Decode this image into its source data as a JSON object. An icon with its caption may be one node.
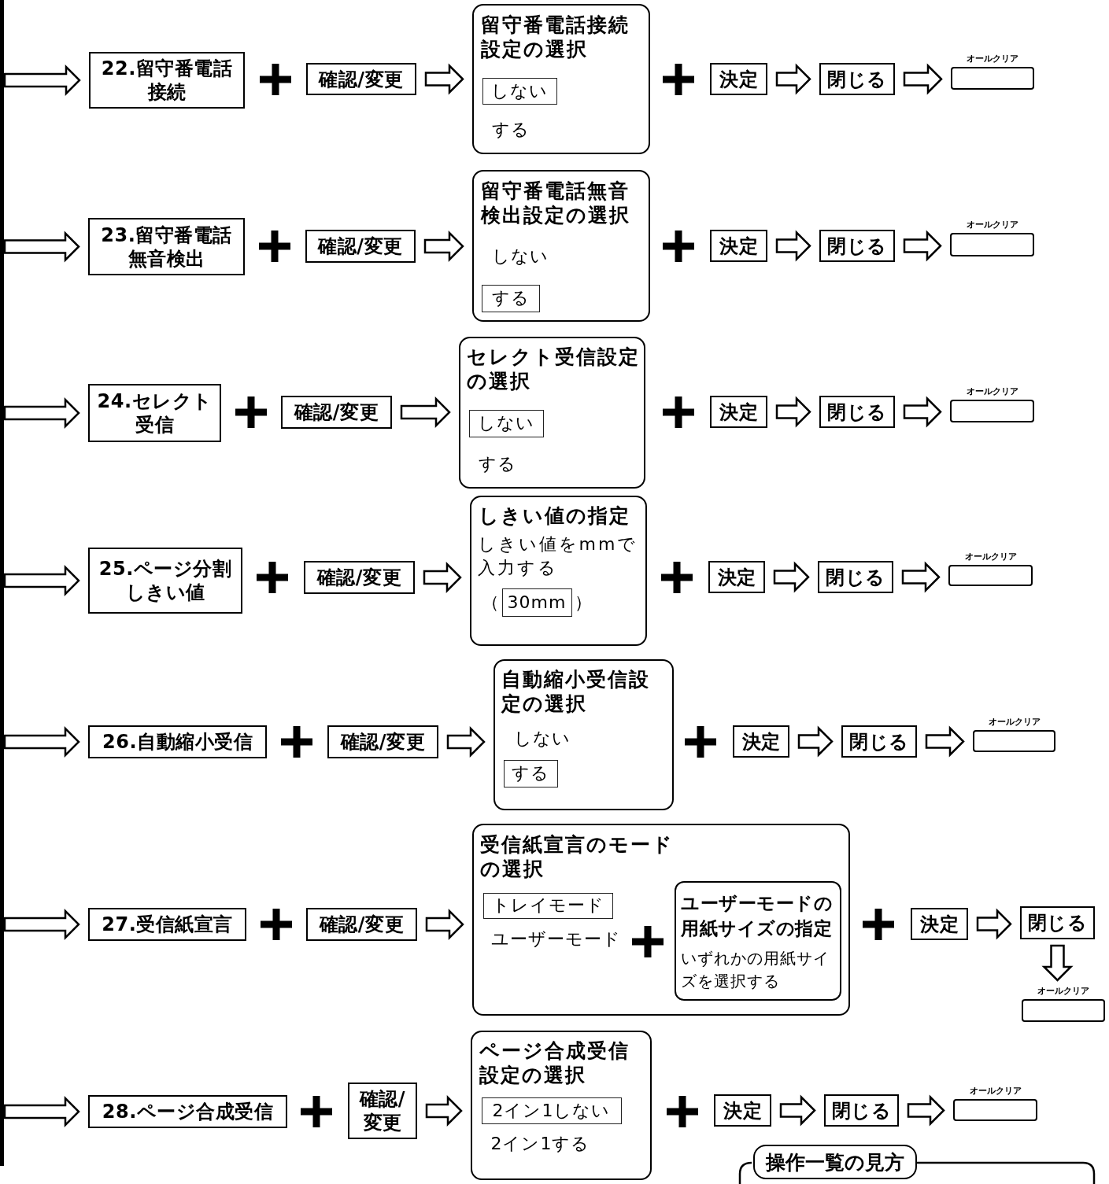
{
  "diagram": {
    "nodes": [
      {
        "text": [
          "22.留守番電話接続"
        ]
      },
      {
        "text": [
          "確認/変更"
        ]
      },
      {
        "text": [
          "留守番電話接続設定の選択",
          "する"
        ]
      },
      {
        "text": [
          "しない"
        ],
        "in": 2
      },
      {
        "text": [
          "決定"
        ]
      },
      {
        "text": [
          "閉じる"
        ]
      },
      {
        "text": [],
        "shape": "box",
        "beside": [
          "オールクリア"
        ]
      },
      {
        "text": [
          "23.留守番電話無音検出"
        ]
      },
      {
        "text": [
          "確認/変更"
        ]
      },
      {
        "text": [
          "留守番電話無音検出設定の選択",
          "しない"
        ]
      },
      {
        "text": [
          "する"
        ],
        "in": 9
      },
      {
        "text": [
          "決定"
        ]
      },
      {
        "text": [
          "閉じる"
        ]
      },
      {
        "text": [],
        "shape": "box",
        "beside": [
          "オールクリア"
        ]
      },
      {
        "text": [
          "24.セレクト受信"
        ]
      },
      {
        "text": [
          "確認/変更"
        ]
      },
      {
        "text": [
          "セレクト受信設定の選択",
          "する"
        ]
      },
      {
        "text": [
          "しない"
        ],
        "in": 16
      },
      {
        "text": [
          "決定"
        ]
      },
      {
        "text": [
          "閉じる"
        ]
      },
      {
        "text": [],
        "shape": "box",
        "beside": [
          "オールクリア"
        ]
      },
      {
        "text": [
          "25.ページ分割しきい値"
        ]
      },
      {
        "text": [
          "確認/変更"
        ]
      },
      {
        "text": [
          "しきい値の指定",
          "しきい値をmmで入力する",
          "（",
          "）"
        ]
      },
      {
        "text": [
          "30mm"
        ],
        "in": 23
      },
      {
        "text": [
          "決定"
        ]
      },
      {
        "text": [
          "閉じる"
        ]
      },
      {
        "text": [],
        "shape": "box",
        "beside": [
          "オールクリア"
        ]
      },
      {
        "text": [
          "26.自動縮小受信"
        ]
      },
      {
        "text": [
          "確認/変更"
        ]
      },
      {
        "text": [
          "自動縮小受信設定の選択",
          "しない"
        ]
      },
      {
        "text": [
          "する"
        ],
        "in": 30
      },
      {
        "text": [
          "決定"
        ]
      },
      {
        "text": [
          "閉じる"
        ]
      },
      {
        "text": [],
        "shape": "box",
        "beside": [
          "オールクリア"
        ]
      },
      {
        "text": [
          "27.受信紙宣言"
        ]
      },
      {
        "text": [
          "確認/変更"
        ]
      },
      {
        "text": [
          "受信紙宣言のモードの選択",
          "ユーザーモード"
        ]
      },
      {
        "text": [
          "トレイモード"
        ],
        "in": 37
      },
      {
        "text": [
          "ユーザーモードの用紙サイズの指定",
          "いずれかの用紙サイズを選択する"
        ],
        "in": 37
      },
      {
        "text": [
          "決定"
        ]
      },
      {
        "text": [
          "閉じる"
        ]
      },
      {
        "text": [],
        "shape": "box",
        "beside": [
          "オールクリア"
        ]
      },
      {
        "text": [
          "28.ページ合成受信"
        ]
      },
      {
        "text": [
          "確認/変更"
        ]
      },
      {
        "text": [
          "ページ合成受信設定の選択",
          "2イン1する"
        ]
      },
      {
        "text": [
          "2イン1しない"
        ],
        "in": 45
      },
      {
        "text": [
          "決定"
        ]
      },
      {
        "text": [
          "閉じる"
        ]
      },
      {
        "text": [],
        "shape": "box",
        "beside": [
          "オールクリア"
        ]
      },
      {
        "text": [
          "操作一覧の見方"
        ]
      }
    ],
    "edges": [
      {
        "from": null,
        "to": 0,
        "arrow": "to"
      },
      {
        "from": 1,
        "to": 2,
        "arrow": "to"
      },
      {
        "from": 4,
        "to": 5,
        "arrow": "to"
      },
      {
        "from": 5,
        "to": 6,
        "arrow": "to"
      },
      {
        "from": null,
        "to": 7,
        "arrow": "to"
      },
      {
        "from": 8,
        "to": 9,
        "arrow": "to"
      },
      {
        "from": 11,
        "to": 12,
        "arrow": "to"
      },
      {
        "from": 12,
        "to": 13,
        "arrow": "to"
      },
      {
        "from": null,
        "to": 14,
        "arrow": "to"
      },
      {
        "from": 15,
        "to": 16,
        "arrow": "to"
      },
      {
        "from": 18,
        "to": 19,
        "arrow": "to"
      },
      {
        "from": 19,
        "to": 20,
        "arrow": "to"
      },
      {
        "from": null,
        "to": 21,
        "arrow": "to"
      },
      {
        "from": 22,
        "to": 23,
        "arrow": "to"
      },
      {
        "from": 25,
        "to": 26,
        "arrow": "to"
      },
      {
        "from": 26,
        "to": 27,
        "arrow": "to"
      },
      {
        "from": null,
        "to": 28,
        "arrow": "to"
      },
      {
        "from": 29,
        "to": 30,
        "arrow": "to"
      },
      {
        "from": 32,
        "to": 33,
        "arrow": "to"
      },
      {
        "from": 33,
        "to": 34,
        "arrow": "to"
      },
      {
        "from": null,
        "to": 35,
        "arrow": "to"
      },
      {
        "from": 36,
        "to": 37,
        "arrow": "to"
      },
      {
        "from": 40,
        "to": 41,
        "arrow": "to"
      },
      {
        "from": 41,
        "to": 42,
        "arrow": "to"
      },
      {
        "from": null,
        "to": 43,
        "arrow": "to"
      },
      {
        "from": 44,
        "to": 45,
        "arrow": "to"
      },
      {
        "from": 47,
        "to": 48,
        "arrow": "to"
      },
      {
        "from": 48,
        "to": 49,
        "arrow": "to"
      }
    ]
  }
}
